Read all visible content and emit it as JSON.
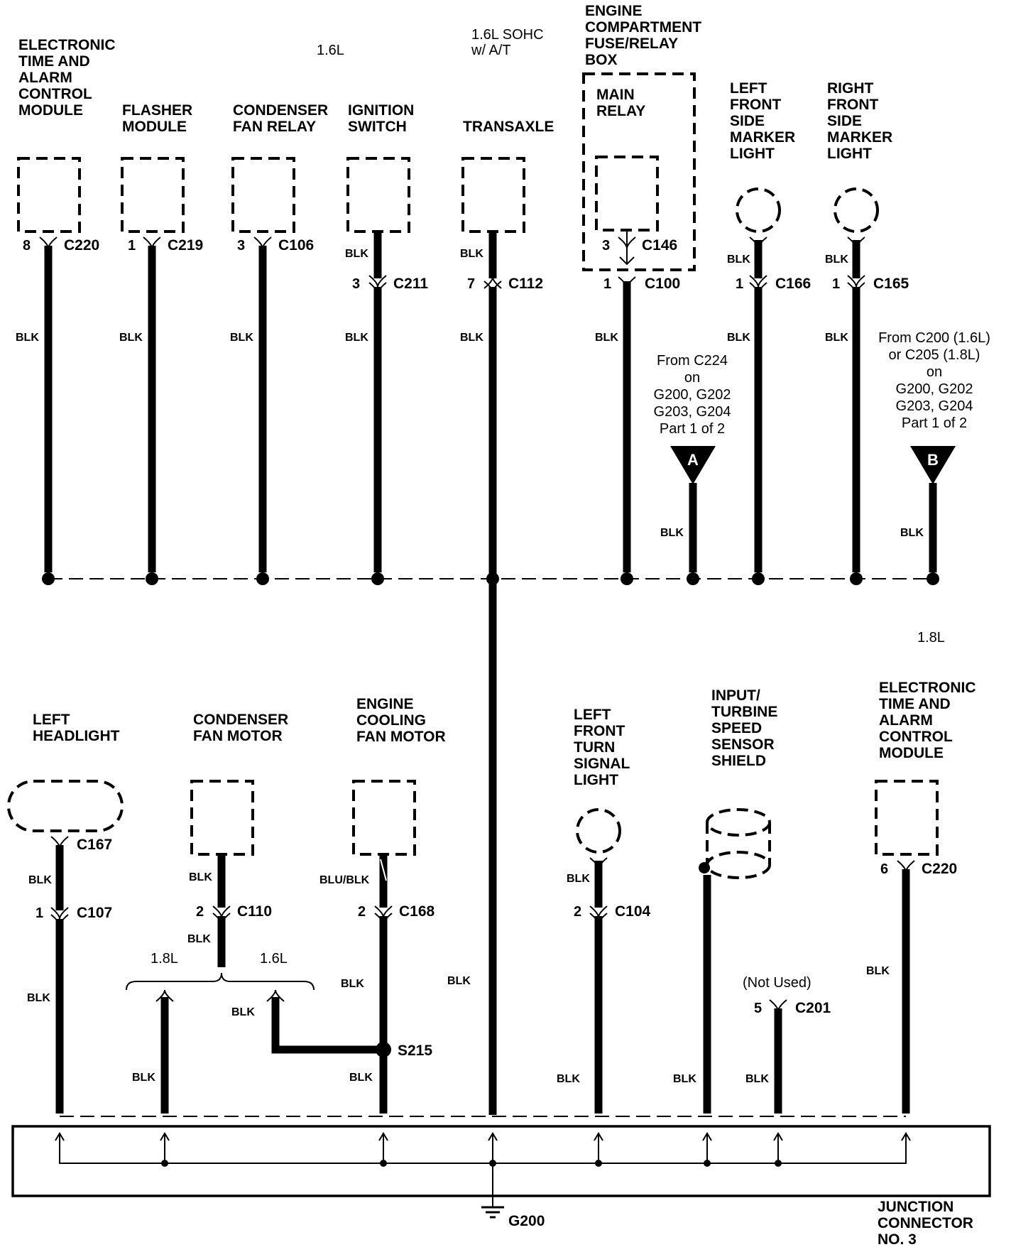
{
  "labels": {
    "top_etacm": [
      "ELECTRONIC",
      "TIME AND",
      "ALARM",
      "CONTROL",
      "MODULE"
    ],
    "flasher": [
      "FLASHER",
      "MODULE"
    ],
    "cond_relay": [
      "CONDENSER",
      "FAN RELAY"
    ],
    "ign": [
      "IGNITION",
      "SWITCH"
    ],
    "transaxle": [
      "TRANSAXLE"
    ],
    "fuse_box": [
      "ENGINE",
      "COMPARTMENT",
      "FUSE/RELAY",
      "BOX"
    ],
    "main_relay": [
      "MAIN",
      "RELAY"
    ],
    "lf_marker": [
      "LEFT",
      "FRONT",
      "SIDE",
      "MARKER",
      "LIGHT"
    ],
    "rf_marker": [
      "RIGHT",
      "FRONT",
      "SIDE",
      "MARKER",
      "LIGHT"
    ],
    "left_head": [
      "LEFT",
      "HEADLIGHT"
    ],
    "cond_motor": [
      "CONDENSER",
      "FAN MOTOR"
    ],
    "cool_motor": [
      "ENGINE",
      "COOLING",
      "FAN MOTOR"
    ],
    "lf_turn": [
      "LEFT",
      "FRONT",
      "TURN",
      "SIGNAL",
      "LIGHT"
    ],
    "speed_sensor": [
      "INPUT/",
      "TURBINE",
      "SPEED",
      "SENSOR",
      "SHIELD"
    ],
    "bot_etacm": [
      "ELECTRONIC",
      "TIME AND",
      "ALARM",
      "CONTROL",
      "MODULE"
    ],
    "junction": [
      "JUNCTION",
      "CONNECTOR",
      "NO. 3"
    ]
  },
  "notes": {
    "note_16L_top": "1.6L",
    "note_sohc": [
      "1.6L SOHC",
      "w/ A/T"
    ],
    "note_18L_right": "1.8L",
    "note_18L_split": "1.8L",
    "note_16L_split": "1.6L",
    "note_not_used": "(Not Used)",
    "from_a": [
      "From C224",
      "on",
      "G200, G202",
      "G203, G204",
      "Part 1 of 2"
    ],
    "from_b": [
      "From C200 (1.6L)",
      "or C205 (1.8L)",
      "on",
      "G200, G202",
      "G203, G204",
      "Part 1 of 2"
    ],
    "tri_a": "A",
    "tri_b": "B"
  },
  "connectors": {
    "c_220_top": "C220",
    "p_220_top": "8",
    "c_219": "C219",
    "p_219": "1",
    "c_106": "C106",
    "p_106": "3",
    "c_211": "C211",
    "p_211": "3",
    "c_112": "C112",
    "p_112": "7",
    "c_146": "C146",
    "p_146": "3",
    "c_100": "C100",
    "p_100": "1",
    "c_166": "C166",
    "p_166": "1",
    "c_165": "C165",
    "p_165": "1",
    "c_167": "C167",
    "c_107": "C107",
    "p_107": "1",
    "c_110": "C110",
    "p_110": "2",
    "c_168": "C168",
    "p_168": "2",
    "c_104": "C104",
    "p_104": "2",
    "c_201": "C201",
    "p_201": "5",
    "c_220_bot": "C220",
    "p_220_bot": "6",
    "s_215": "S215",
    "g_200": "G200"
  },
  "wire_colors": {
    "blk": "BLK",
    "blu_blk": "BLU/BLK"
  }
}
